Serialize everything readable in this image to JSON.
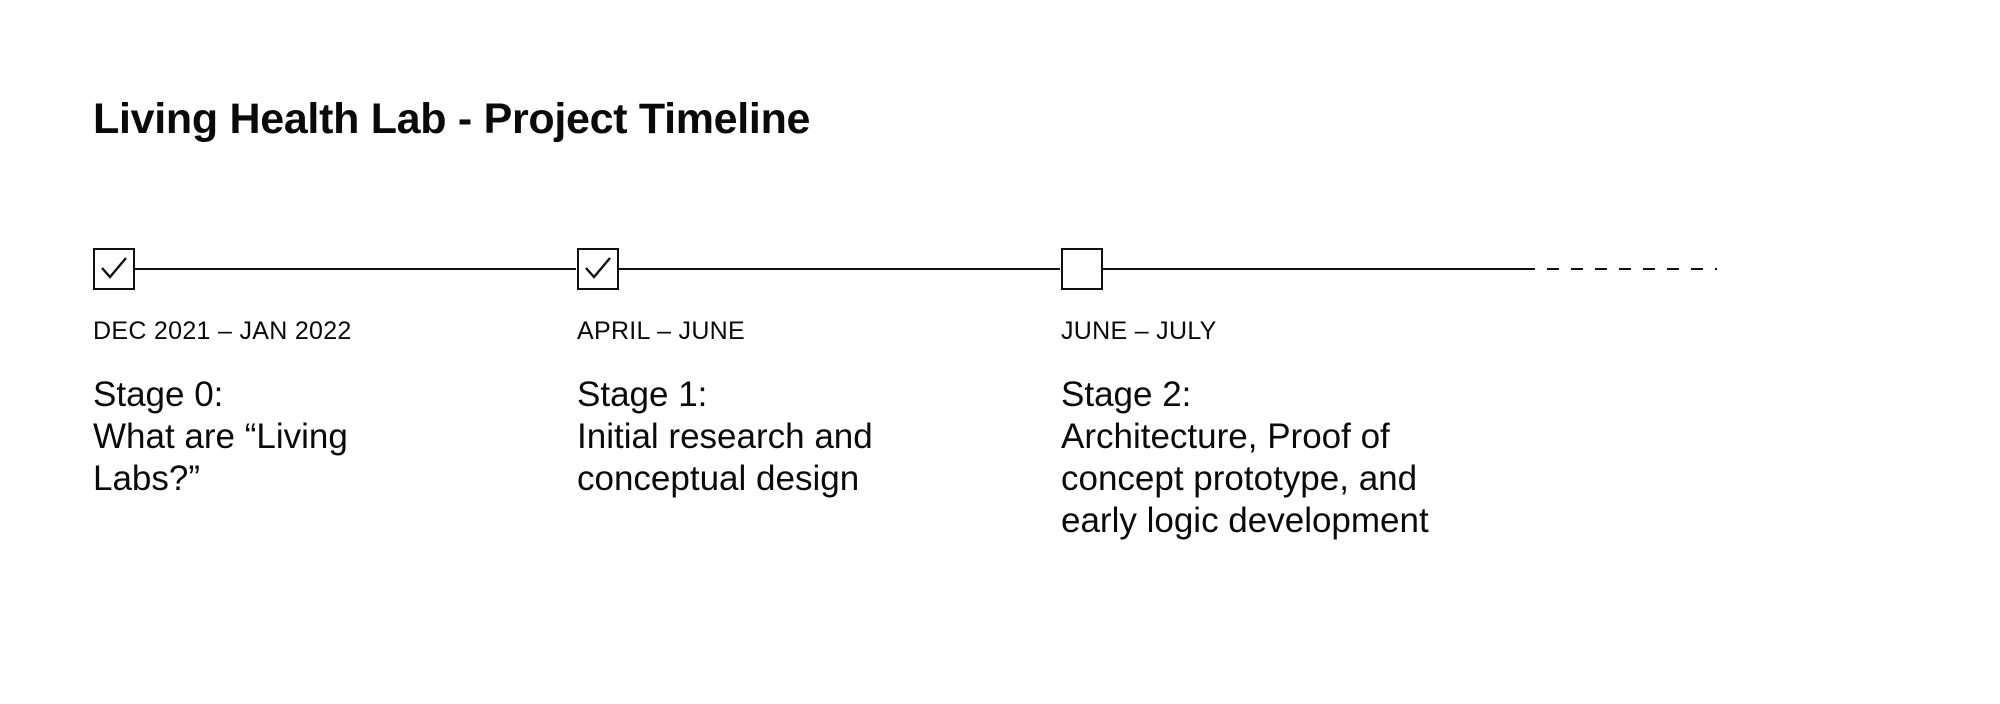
{
  "page": {
    "title": "Living Health Lab - Project Timeline"
  },
  "timeline": {
    "stages": [
      {
        "dates": "DEC 2021 – JAN 2022",
        "name": "Stage 0:",
        "description": "What are “Living Labs?”",
        "completed": true
      },
      {
        "dates": "APRIL – JUNE",
        "name": "Stage 1:",
        "description": "Initial research and conceptual design",
        "completed": true
      },
      {
        "dates": "JUNE – JULY",
        "name": "Stage 2:",
        "description": "Architecture, Proof of concept prototype, and early logic development",
        "completed": false
      }
    ],
    "continues": true
  },
  "colors": {
    "ink": "#111111",
    "background": "#ffffff"
  }
}
